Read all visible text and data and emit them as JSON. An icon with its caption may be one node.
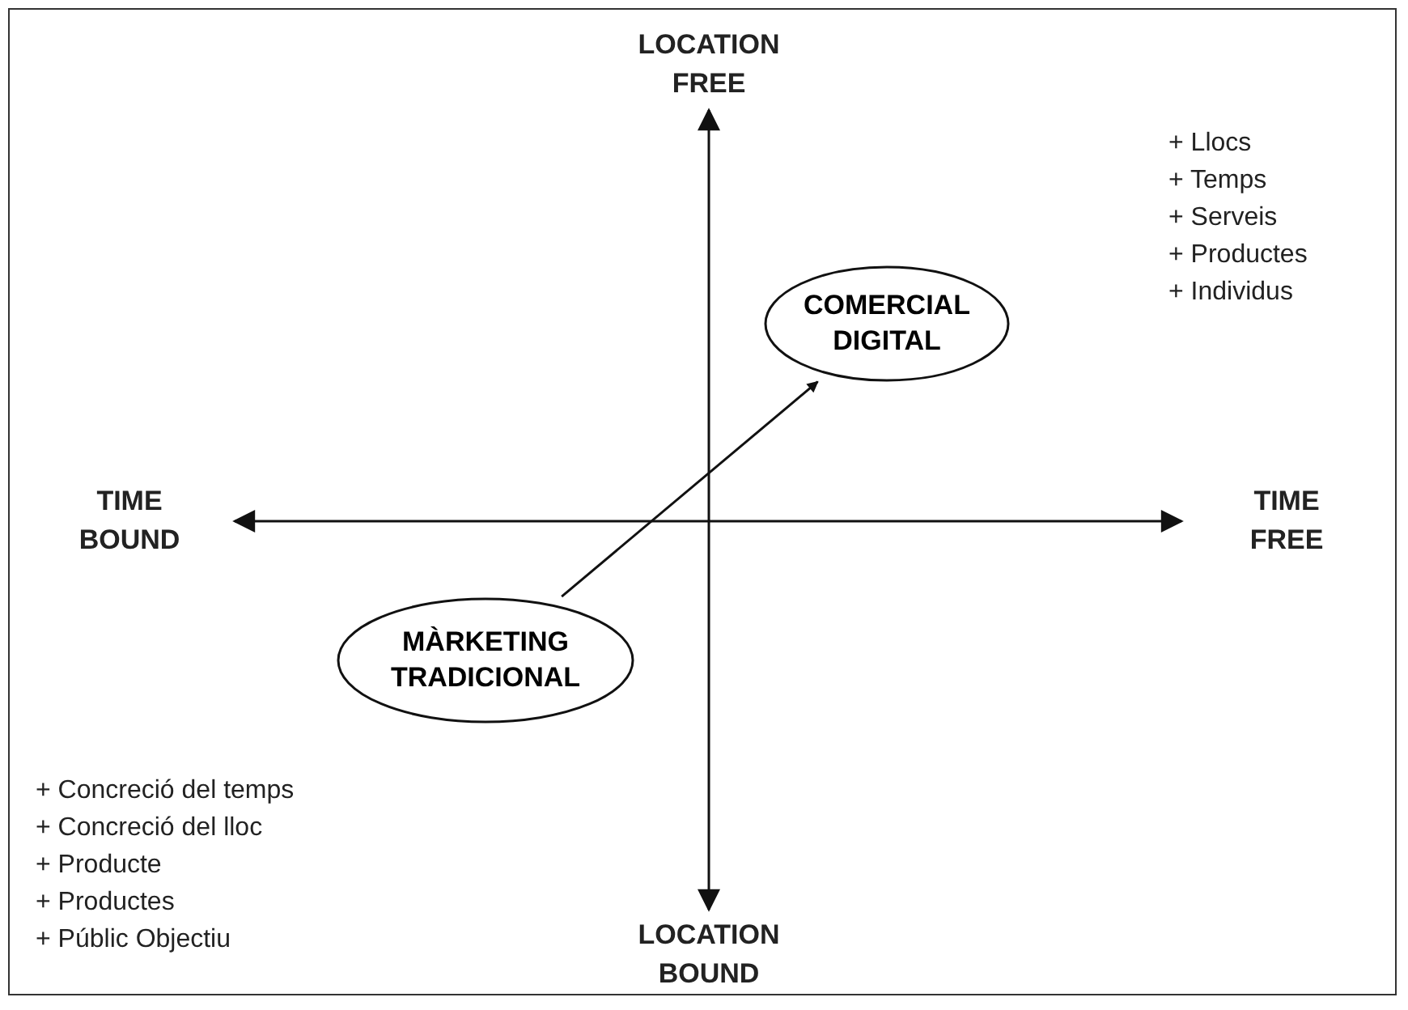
{
  "diagram": {
    "nodes": [
      {
        "text": [
          "COMERCIAL DIGITAL"
        ]
      },
      {
        "text": [
          "MÀRKETING TRADICIONAL"
        ]
      }
    ],
    "edges": [
      {
        "from": 1,
        "to": 0,
        "arrow": "to"
      }
    ],
    "labels": [
      "LOCATION FREE",
      "+ Llocs",
      "+ Temps",
      "+ Serveis",
      "+ Productes",
      "+ Individus",
      "TIME BOUND",
      "TIME FREE",
      "+ Concreció del temps",
      "+ Concreció del lloc",
      "+ Producte",
      "+ Productes",
      "+ Públic Objectiu",
      "LOCATION BOUND"
    ]
  }
}
